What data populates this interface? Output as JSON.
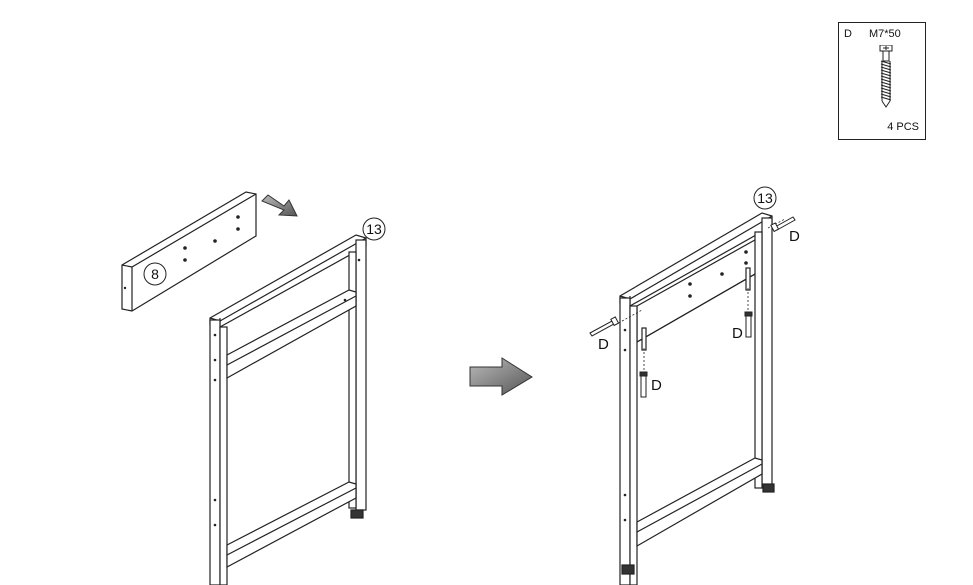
{
  "parts_box": {
    "code": "D",
    "size": "M7*50",
    "qty": "4 PCS",
    "icon": "screw-icon"
  },
  "left_assembly": {
    "board_number": "8",
    "frame_number": "13"
  },
  "right_assembly": {
    "frame_number": "13",
    "screw_labels": [
      "D",
      "D",
      "D",
      "D"
    ]
  },
  "colors": {
    "line": "#222222",
    "arrow_fill": "#8a8a8a"
  }
}
